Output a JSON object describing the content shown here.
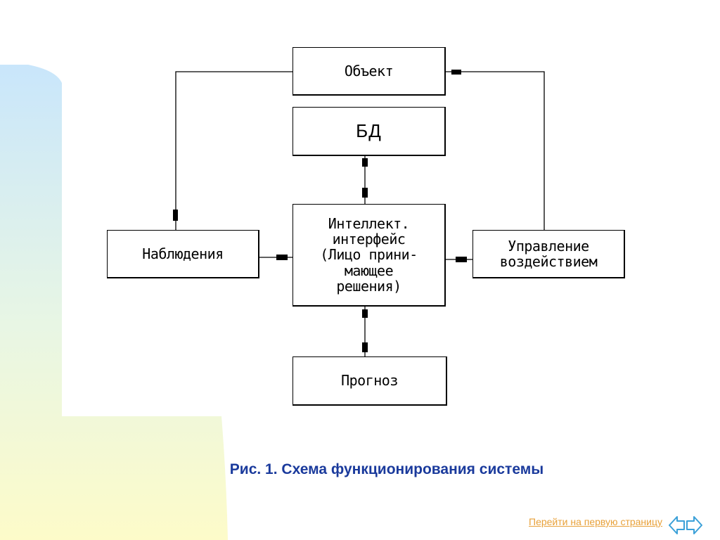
{
  "diagram": {
    "nodes": {
      "object": "Объект",
      "db": "БД",
      "interface": "Интеллект.\nинтерфейс\n(Лицо прини-\nмающее\nрешения)",
      "observation": "Наблюдения",
      "control": "Управление\nвоздействием",
      "forecast": "Прогноз"
    }
  },
  "caption": "Рис. 1. Схема функционирования системы",
  "nav": {
    "first_page_link": "Перейти на первую страницу"
  },
  "colors": {
    "caption": "#1a3a9c",
    "link": "#e8a13a"
  }
}
